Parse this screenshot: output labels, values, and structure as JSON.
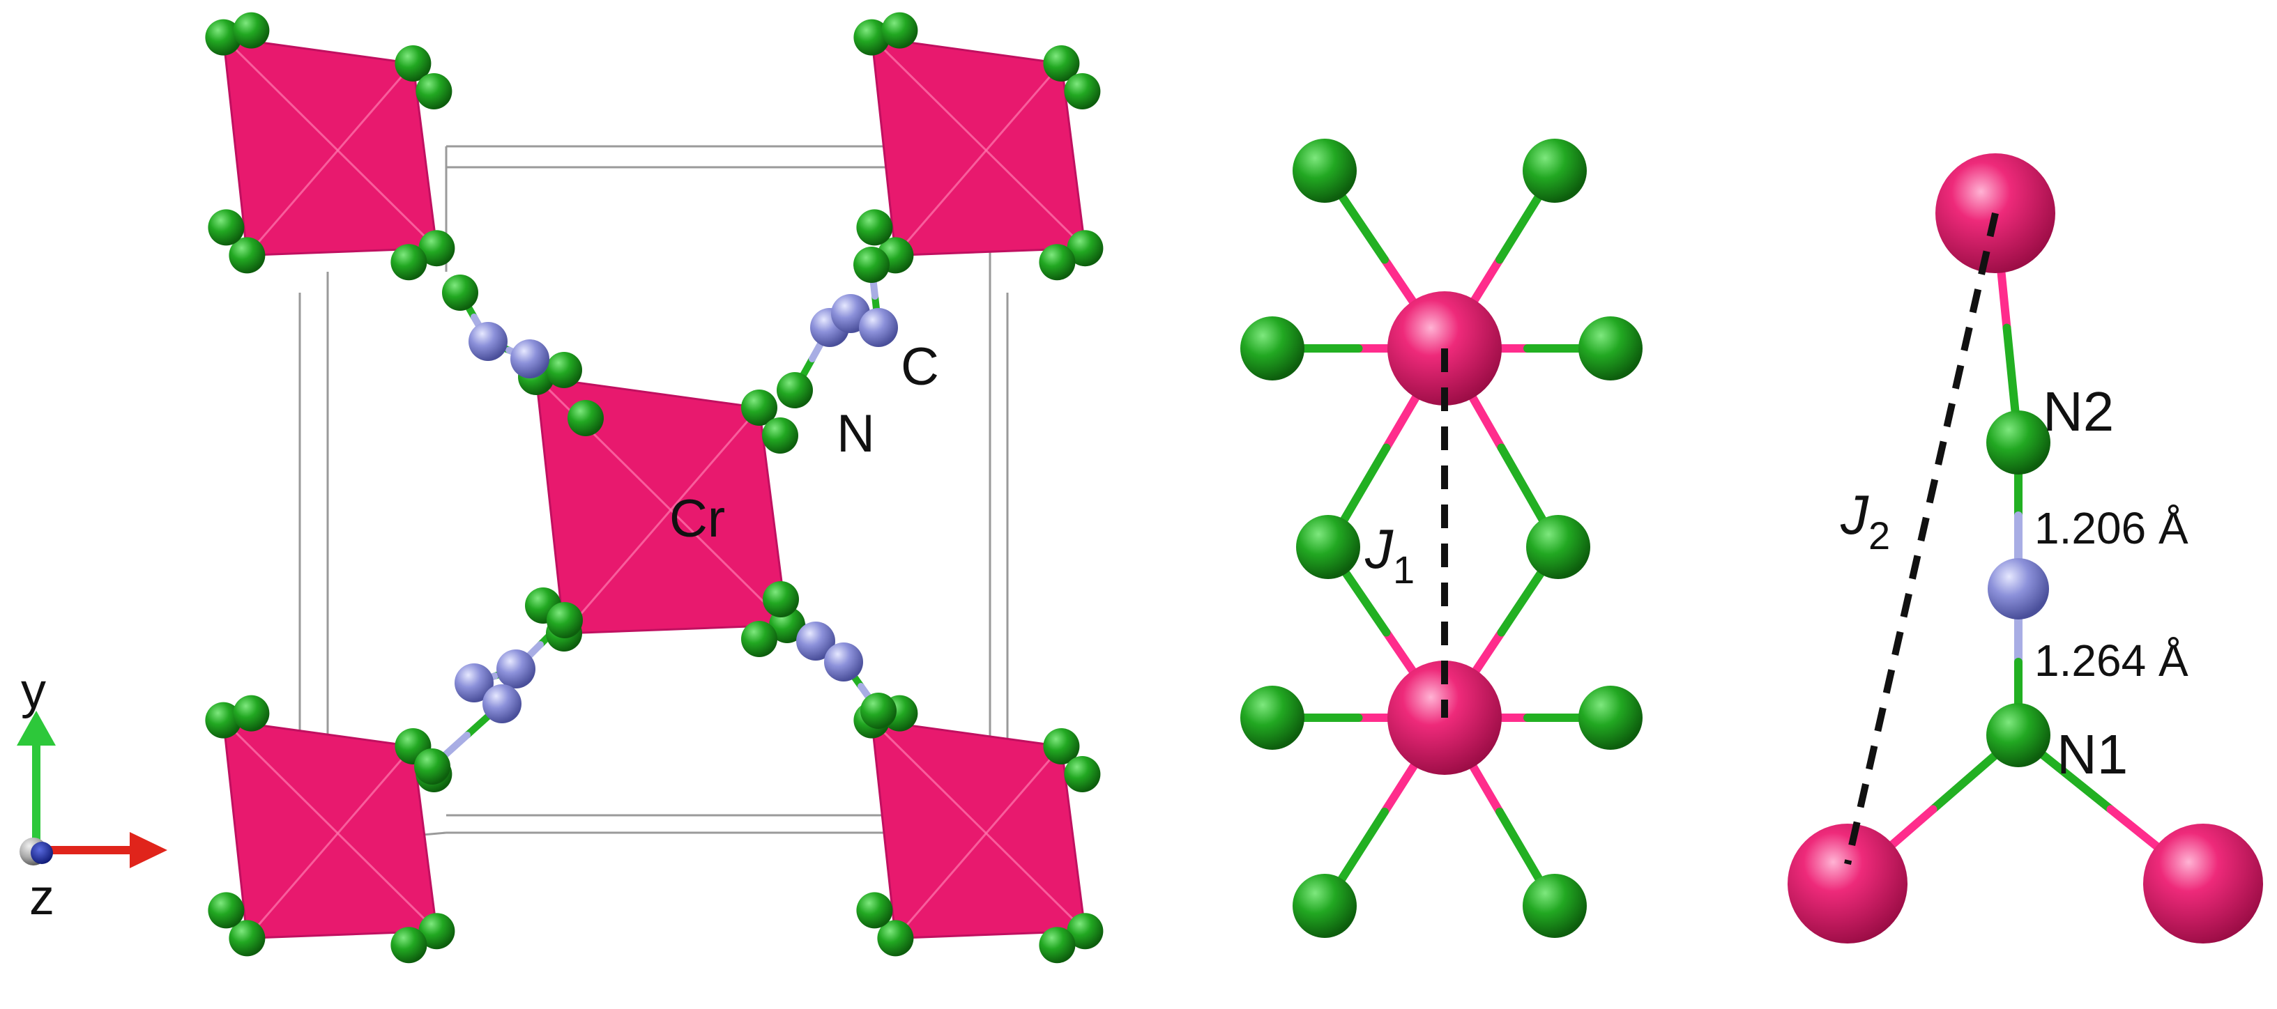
{
  "colors": {
    "cr": "#e8196e",
    "cr_dark": "#a3104c",
    "n": "#1f9a1f",
    "n_light": "#58d058",
    "c": "#8a8fd8",
    "c_light": "#c4c7f2",
    "bond_n": "#22b022",
    "bond_cr": "#ff2c8c",
    "bond_c": "#a8ade4",
    "cell": "#9a9a9a",
    "axis_x": "#e0241b",
    "axis_y": "#2dc83a",
    "axis_z": "#1a2fa0"
  },
  "labels": {
    "cr": "Cr",
    "c": "C",
    "n": "N",
    "axis_x": "",
    "axis_y": "y",
    "axis_z": "z",
    "j1_base": "J",
    "j1_sub": "1",
    "j2_base": "J",
    "j2_sub": "2",
    "n2": "N2",
    "n1": "N1",
    "bond_upper": "1.206 Å",
    "bond_lower": "1.264 Å"
  }
}
